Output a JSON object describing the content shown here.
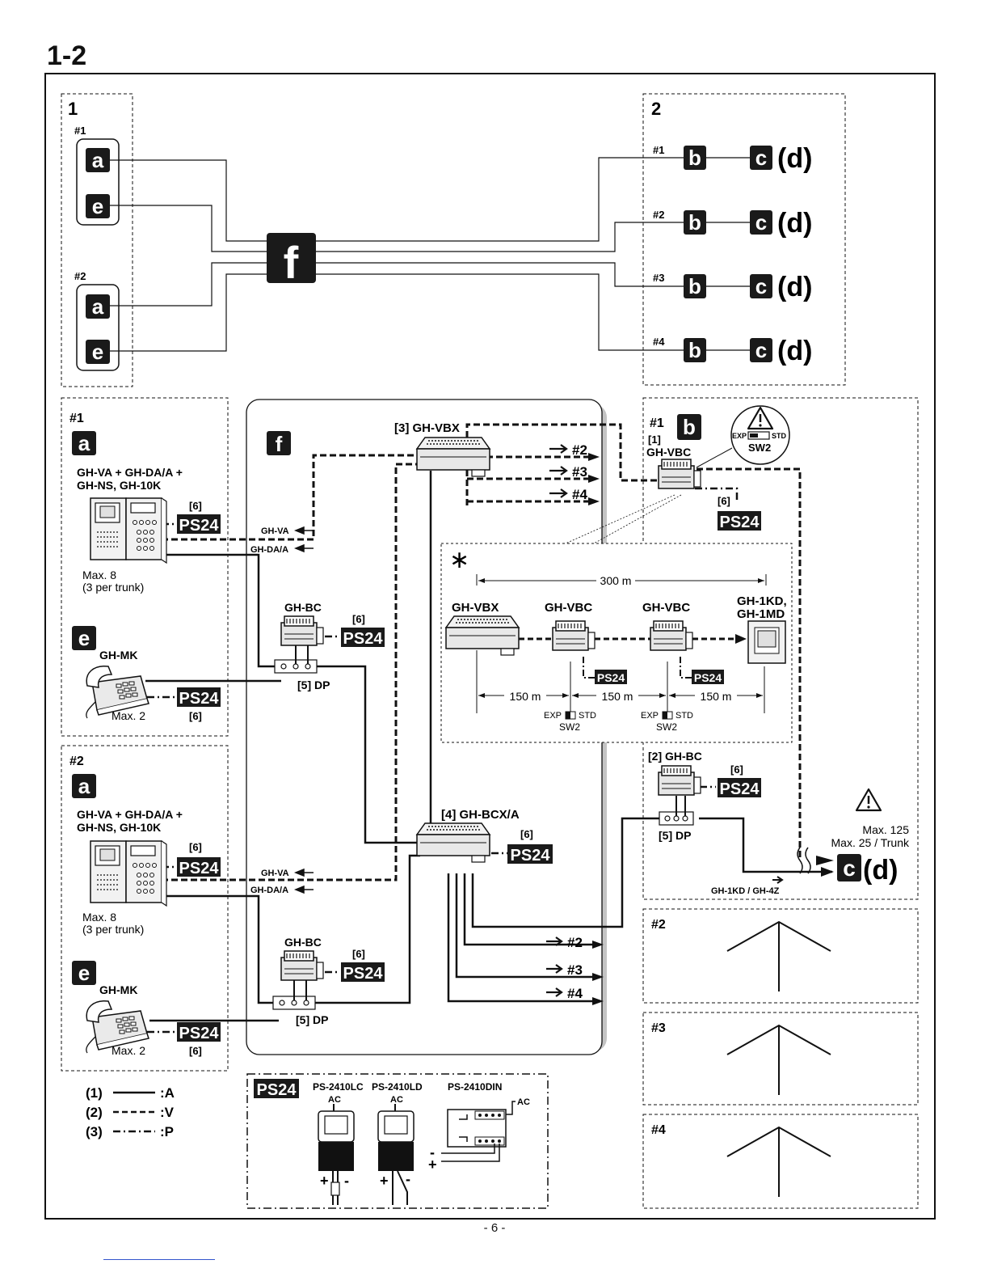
{
  "page_title": "1-2",
  "page_number": "- 6 -",
  "top": {
    "panel1": "1",
    "panel2": "2",
    "groups": [
      {
        "label": "#1",
        "units": [
          "a",
          "e"
        ]
      },
      {
        "label": "#2",
        "units": [
          "a",
          "e"
        ]
      }
    ],
    "hub": "f",
    "trunks": [
      {
        "label": "#1",
        "b": "b",
        "c": "c",
        "d": "(d)"
      },
      {
        "label": "#2",
        "b": "b",
        "c": "c",
        "d": "(d)"
      },
      {
        "label": "#3",
        "b": "b",
        "c": "c",
        "d": "(d)"
      },
      {
        "label": "#4",
        "b": "b",
        "c": "c",
        "d": "(d)"
      }
    ]
  },
  "left": {
    "g1": "#1",
    "g2": "#2",
    "a": "a",
    "e": "e",
    "station_name_1": "GH-VA + GH-DA/A +",
    "station_name_2": "GH-NS, GH-10K",
    "six": "[6]",
    "ps": "PS24",
    "max8": "Max. 8",
    "per_trunk": "(3 per trunk)",
    "ghmk": "GH-MK",
    "max2": "Max. 2",
    "ghva": "GH-VA",
    "ghdaa": "GH-DA/A",
    "ghbc": "GH-BC",
    "dp": "[5] DP"
  },
  "center": {
    "f": "f",
    "vbx": "[3] GH-VBX",
    "bcxa": "[4] GH-BCX/A",
    "out2": "#2",
    "out3": "#3",
    "out4": "#4"
  },
  "right": {
    "n1": "#1",
    "b": "b",
    "vbc_ref": "[1]",
    "vbc_name": "GH-VBC",
    "exp": "EXP",
    "std": "STD",
    "sw2": "SW2",
    "six": "[6]",
    "ps": "PS24",
    "bc": "[2] GH-BC",
    "dp": "[5] DP",
    "max125": "Max. 125",
    "max25": "Max. 25 / Trunk",
    "c": "c",
    "d": "(d)",
    "kd4z": "GH-1KD / GH-4Z",
    "n2": "#2",
    "n3": "#3",
    "n4": "#4"
  },
  "inset": {
    "star": "∗",
    "dist300": "300 m",
    "vbx": "GH-VBX",
    "vbc": "GH-VBC",
    "kd1": "GH-1KD,",
    "kd2": "GH-1MD",
    "ps": "PS24",
    "d150": "150 m",
    "exp": "EXP",
    "std": "STD",
    "sw2": "SW2"
  },
  "legend": [
    {
      "num": "(1)",
      "code": ":A"
    },
    {
      "num": "(2)",
      "code": ":V"
    },
    {
      "num": "(3)",
      "code": ":P"
    }
  ],
  "power": {
    "ps": "PS24",
    "lc": "PS-2410LC",
    "ld": "PS-2410LD",
    "din": "PS-2410DIN",
    "ac": "AC",
    "plus": "+",
    "minus": "-"
  }
}
